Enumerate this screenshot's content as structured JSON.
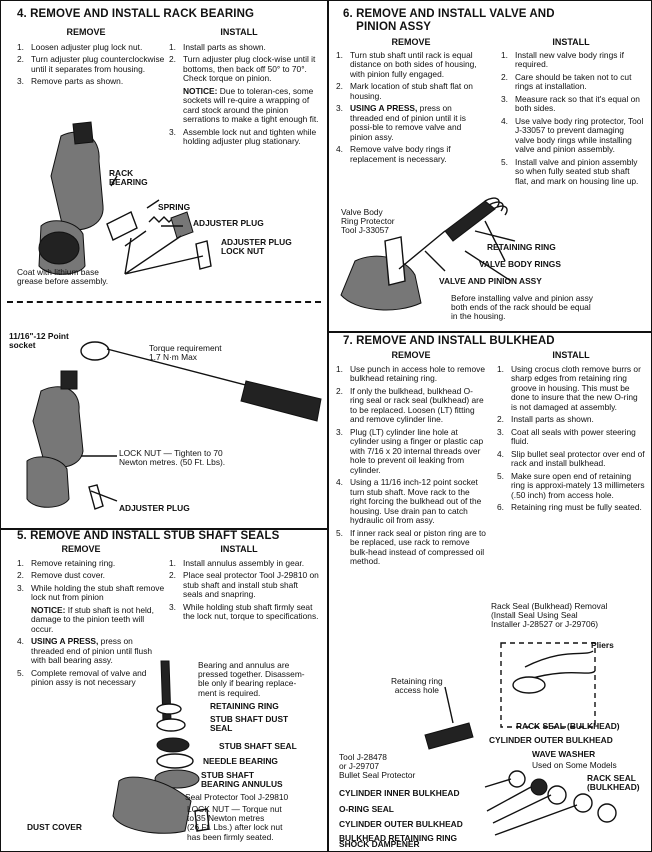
{
  "sections": {
    "s4": {
      "title": "4. REMOVE AND INSTALL RACK BEARING",
      "remove_head": "REMOVE",
      "install_head": "INSTALL",
      "remove_steps": [
        {
          "n": "1.",
          "t": "Loosen adjuster plug lock nut."
        },
        {
          "n": "2.",
          "t": "Turn adjuster plug counterclockwise until it separates from housing."
        },
        {
          "n": "3.",
          "t": "Remove parts as shown."
        }
      ],
      "install_steps": [
        {
          "n": "1.",
          "t": "Install parts as shown."
        },
        {
          "n": "2.",
          "t": "Turn adjuster plug clock-wise until it bottoms, then back off 50° to 70°. Check torque on pinion."
        },
        {
          "n": "3.",
          "t": "Assemble lock nut and tighten while holding adjuster plug stationary."
        }
      ],
      "install_note_head": "NOTICE:",
      "install_note": "Due to toleran-ces, some sockets will re-quire a wrapping of card stock around the pinion serrations to make a tight enough fit.",
      "labels": {
        "rack_bearing": "RACK\nBEARING",
        "spring": "SPRING",
        "adjuster_plug": "ADJUSTER PLUG",
        "adjuster_plug_lock_nut": "ADJUSTER PLUG\nLOCK NUT",
        "coat": "Coat with lithium base\ngrease before assembly."
      }
    },
    "torque": {
      "socket": "11/16\"-12 Point\nsocket",
      "torque_req": "Torque requirement\n1.7 N·m Max",
      "lock_nut": "LOCK NUT — Tighten to 70\nNewton metres. (50 Ft. Lbs).",
      "adjuster_plug": "ADJUSTER PLUG"
    },
    "s5": {
      "title": "5. REMOVE AND INSTALL STUB SHAFT SEALS",
      "remove_head": "REMOVE",
      "install_head": "INSTALL",
      "remove_steps": [
        {
          "n": "1.",
          "t": "Remove retaining ring."
        },
        {
          "n": "2.",
          "t": "Remove dust cover."
        },
        {
          "n": "3.",
          "t": "While holding the stub shaft remove lock nut from pinion"
        }
      ],
      "remove_note_head": "NOTICE:",
      "remove_note": "If stub shaft is not held, damage to the pinion teeth will occur.",
      "remove_steps_b": [
        {
          "n": "4.",
          "bold": "USING A PRESS,",
          "t": "press on threaded end of pinion until flush with ball bearing assy."
        },
        {
          "n": "5.",
          "t": "Complete removal of valve and pinion assy is not necessary"
        }
      ],
      "install_steps": [
        {
          "n": "1.",
          "t": "Install annulus assembly in gear."
        },
        {
          "n": "2.",
          "t": "Place seal protector Tool J-29810 on stub shaft and install stub shaft seals and snapring."
        },
        {
          "n": "3.",
          "t": "While holding stub shaft firmly seat the lock nut, torque to specifications."
        }
      ],
      "labels": {
        "bearing_note": "Bearing and annulus are\npressed together. Disassem-\nble only if bearing replace-\nment is required.",
        "retaining_ring": "RETAINING RING",
        "stub_dust_seal": "STUB SHAFT DUST\nSEAL",
        "stub_seal": "STUB SHAFT SEAL",
        "needle": "NEEDLE BEARING",
        "annulus": "STUB SHAFT\nBEARING ANNULUS",
        "protector": "Seal Protector Tool J-29810",
        "lock_nut": "LOCK NUT — Torque nut\nto 35 Newton metres\n(26 Ft. Lbs.) after lock nut\nhas been firmly seated.",
        "dust_cover": "DUST COVER"
      }
    },
    "s6": {
      "title": "6. REMOVE AND INSTALL VALVE AND\n    PINION ASSY",
      "remove_head": "REMOVE",
      "install_head": "INSTALL",
      "remove_steps": [
        {
          "n": "1.",
          "t": "Turn stub shaft until rack is equal distance on both sides of housing, with pinion fully engaged."
        },
        {
          "n": "2.",
          "t": "Mark location of stub shaft flat on housing."
        },
        {
          "n": "3.",
          "bold": "USING A PRESS,",
          "t": "press on threaded end of pinion until it is possi-ble to remove valve and pinion assy."
        },
        {
          "n": "4.",
          "t": "Remove valve body rings if replacement is necessary."
        }
      ],
      "install_steps": [
        {
          "n": "1.",
          "t": "Install new valve body rings if required."
        },
        {
          "n": "2.",
          "t": "Care should be taken not to cut rings at installation."
        },
        {
          "n": "3.",
          "t": "Measure rack so that it's equal on both sides."
        },
        {
          "n": "4.",
          "t": "Use valve body ring protector, Tool J-33057 to prevent damaging valve body rings while installing valve and pinion assembly."
        },
        {
          "n": "5.",
          "t": "Install valve and pinion assembly so when fully seated stub shaft flat, and mark on housing line up."
        }
      ],
      "labels": {
        "protector": "Valve Body\nRing Protector\nTool J-33057",
        "retaining_ring": "RETAINING RING",
        "valve_rings": "VALVE BODY RINGS",
        "valve_assy": "VALVE AND PINION ASSY",
        "note": "Before installing valve and pinion assy\nboth ends of the rack should be equal\nin the housing."
      }
    },
    "s7": {
      "title": "7. REMOVE AND INSTALL BULKHEAD",
      "remove_head": "REMOVE",
      "install_head": "INSTALL",
      "remove_steps": [
        {
          "n": "1.",
          "t": "Use punch in access hole to remove bulkhead retaining ring."
        },
        {
          "n": "2.",
          "t": "If only the bulkhead, bulkhead O-ring seal or rack seal (bulkhead) are to be replaced. Loosen (LT) fitting and remove cylinder line."
        },
        {
          "n": "3.",
          "t": "Plug (LT) cylinder line hole at cylinder using a finger or plastic cap with 7/16 x 20 internal threads over hole to prevent oil leaking from cylinder."
        },
        {
          "n": "4.",
          "t": "Using a 11/16 inch-12 point socket turn stub shaft. Move rack to the right forcing the bulkhead out of the housing. Use drain pan to catch hydraulic oil from assy."
        },
        {
          "n": "5.",
          "t": "If inner rack seal or piston ring are to be replaced, use rack to remove bulk-head instead of compressed oil method."
        }
      ],
      "install_steps": [
        {
          "n": "1.",
          "t": "Using crocus cloth remove burrs or sharp edges from retaining ring groove in housing. This must be done to insure that the new O-ring is not damaged at assembly."
        },
        {
          "n": "2.",
          "t": "Install parts as shown."
        },
        {
          "n": "3.",
          "t": "Coat all seals with power steering fluid."
        },
        {
          "n": "4.",
          "t": "Slip bullet seal protector over end of rack and install bulkhead."
        },
        {
          "n": "5.",
          "t": "Make sure open end of retaining ring is approxi-mately 13 millimeters (.50 inch) from access hole."
        },
        {
          "n": "6.",
          "t": "Retaining ring must be fully seated."
        }
      ],
      "labels": {
        "rack_seal_removal": "Rack Seal (Bulkhead) Removal\n(Install Seal Using Seal\nInstaller J-28527 or J-29706)",
        "pliers": "Pliers",
        "access_hole": "Retaining ring\naccess hole",
        "rack_seal": "RACK SEAL (BULKHEAD)",
        "cyl_outer": "CYLINDER OUTER BULKHEAD",
        "wave_washer": "WAVE WASHER",
        "used_some": "Used on Some Models",
        "rack_seal2": "RACK SEAL\n(BULKHEAD)",
        "tool": "Tool J-28478\nor J-29707\nBullet Seal Protector",
        "cyl_inner": "CYLINDER INNER BULKHEAD",
        "oring": "O-RING SEAL",
        "cyl_outer2": "CYLINDER OUTER BULKHEAD",
        "bulk_ring": "BULKHEAD RETAINING RING",
        "shock": "SHOCK DAMPENER"
      }
    }
  }
}
